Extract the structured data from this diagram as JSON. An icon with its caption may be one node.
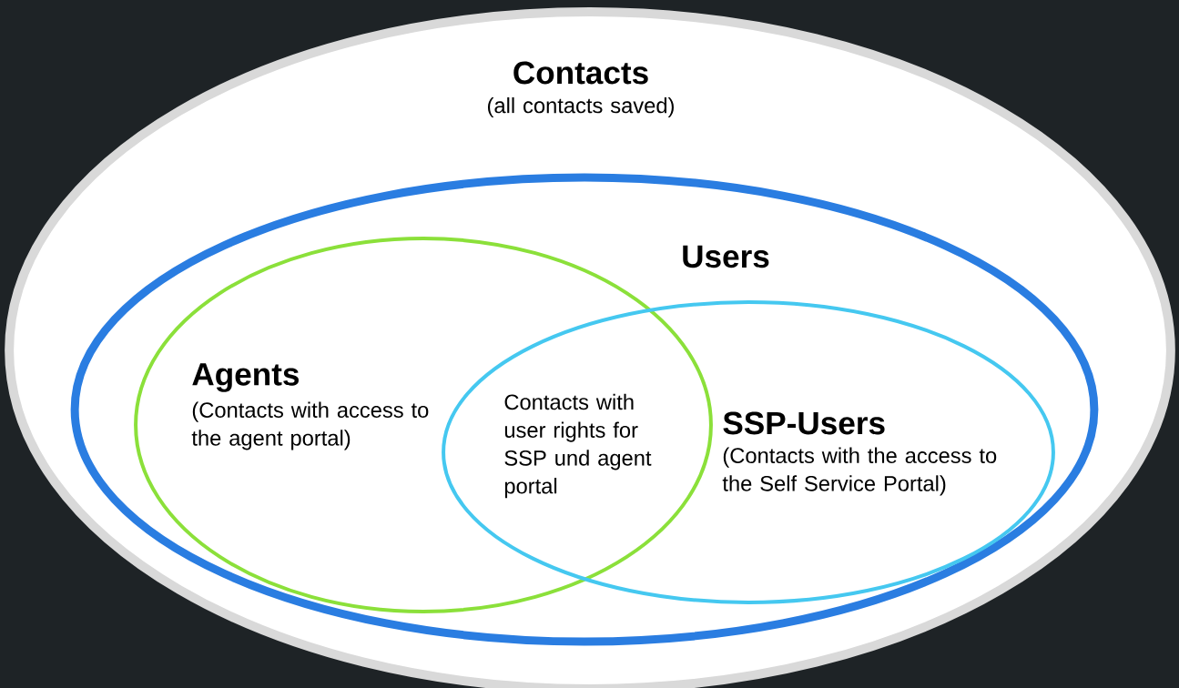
{
  "diagram": {
    "nodes": [
      {
        "text": [
          "Contacts",
          "(all contacts saved)"
        ]
      },
      {
        "text": [
          "Users"
        ],
        "in": 0
      },
      {
        "text": [
          "Agents",
          "(Contacts with access to the agent portal)"
        ],
        "in": 1
      },
      {
        "text": [
          "SSP-Users",
          "(Contacts with the access to the Self Service Portal)"
        ],
        "in": 1
      }
    ],
    "labels": [
      "Contacts with user rights for SSP und agent portal"
    ]
  }
}
